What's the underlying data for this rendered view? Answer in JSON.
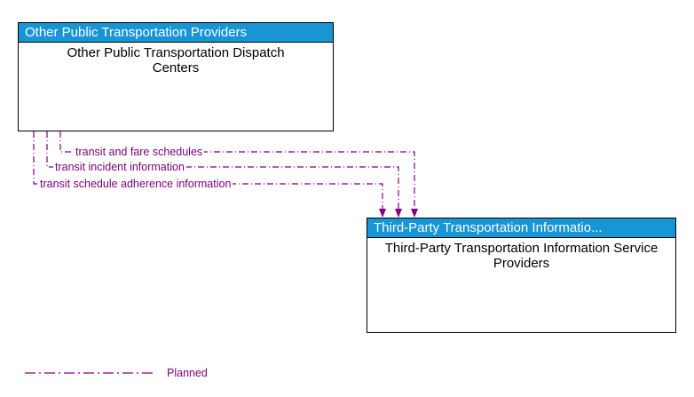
{
  "boxes": {
    "left": {
      "header": "Other Public Transportation Providers",
      "body": "Other Public Transportation Dispatch Centers"
    },
    "right": {
      "header": "Third-Party Transportation Informatio...",
      "body": "Third-Party Transportation Information Service Providers"
    }
  },
  "flows": [
    {
      "label": "transit and fare schedules"
    },
    {
      "label": "transit incident information"
    },
    {
      "label": "transit schedule adherence information"
    }
  ],
  "legend": {
    "label": "Planned"
  },
  "colors": {
    "header_bg": "#1795d5",
    "header_text": "#ffffff",
    "box_border": "#000000",
    "body_text": "#000000",
    "flow_line": "#800080",
    "flow_label_text": "#800080",
    "background": "#ffffff"
  }
}
